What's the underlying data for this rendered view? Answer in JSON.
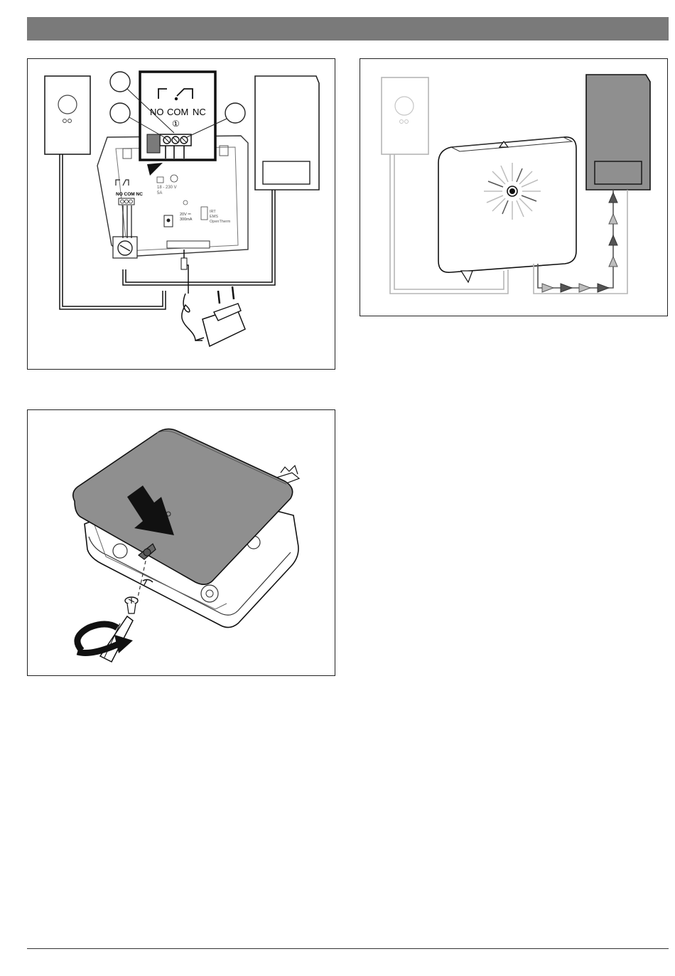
{
  "colors": {
    "header_bar": "#7a7a7a",
    "device_gray": "#8f8f8f",
    "outline": "#222222",
    "light_outline": "#b5b5b5"
  },
  "wiring_panel": {
    "relay_labels": {
      "no": "NO",
      "com": "COM",
      "nc": "NC",
      "terminal_marker": "①"
    },
    "small_labels": {
      "relay_block": "NO COM NC",
      "voltage": "18 - 230 V",
      "current": "5A",
      "dc_spec_1": "20V ⎓",
      "dc_spec_2": "300mA",
      "bus_1": "IRT",
      "bus_2": "EMS",
      "bus_3": "OpenTherm"
    }
  }
}
